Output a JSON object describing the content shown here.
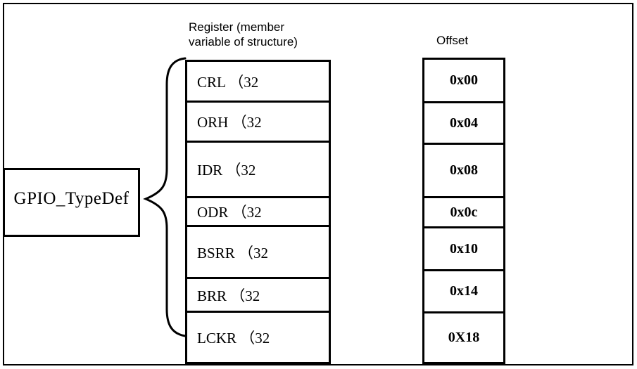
{
  "colors": {
    "background": "#ffffff",
    "line": "#000000",
    "text": "#000000"
  },
  "struct_box": {
    "label": "GPIO_TypeDef"
  },
  "register_column": {
    "header": "Register (member\nvariable of structure)",
    "rows": [
      {
        "label": "CRL （32"
      },
      {
        "label": "ORH （32"
      },
      {
        "label": "IDR （32"
      },
      {
        "label": "ODR （32"
      },
      {
        "label": "BSRR （32"
      },
      {
        "label": "BRR （32"
      },
      {
        "label": "LCKR （32"
      }
    ]
  },
  "offset_column": {
    "header": "Offset",
    "rows": [
      {
        "value": "0x00"
      },
      {
        "value": "0x04"
      },
      {
        "value": "0x08"
      },
      {
        "value": "0x0c"
      },
      {
        "value": "0x10"
      },
      {
        "value": "0x14"
      },
      {
        "value": "0X18"
      }
    ]
  }
}
